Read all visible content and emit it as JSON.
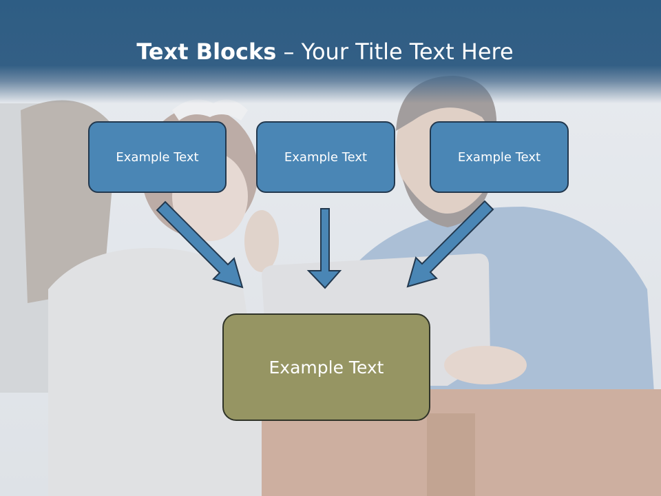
{
  "slide": {
    "title_bold": "Text Blocks",
    "title_separator": " – ",
    "title_rest": "Your Title Text Here",
    "top_boxes": [
      {
        "label": "Example Text"
      },
      {
        "label": "Example Text"
      },
      {
        "label": "Example Text"
      }
    ],
    "bottom_box": {
      "label": "Example Text"
    }
  },
  "colors": {
    "title_band": "#2e5d84",
    "top_box_fill": "#4a86b5",
    "bottom_box_fill": "#969563",
    "arrow_fill": "#4a86b5"
  },
  "icons": [
    "arrow-down-right-icon",
    "arrow-down-icon",
    "arrow-down-left-icon"
  ]
}
